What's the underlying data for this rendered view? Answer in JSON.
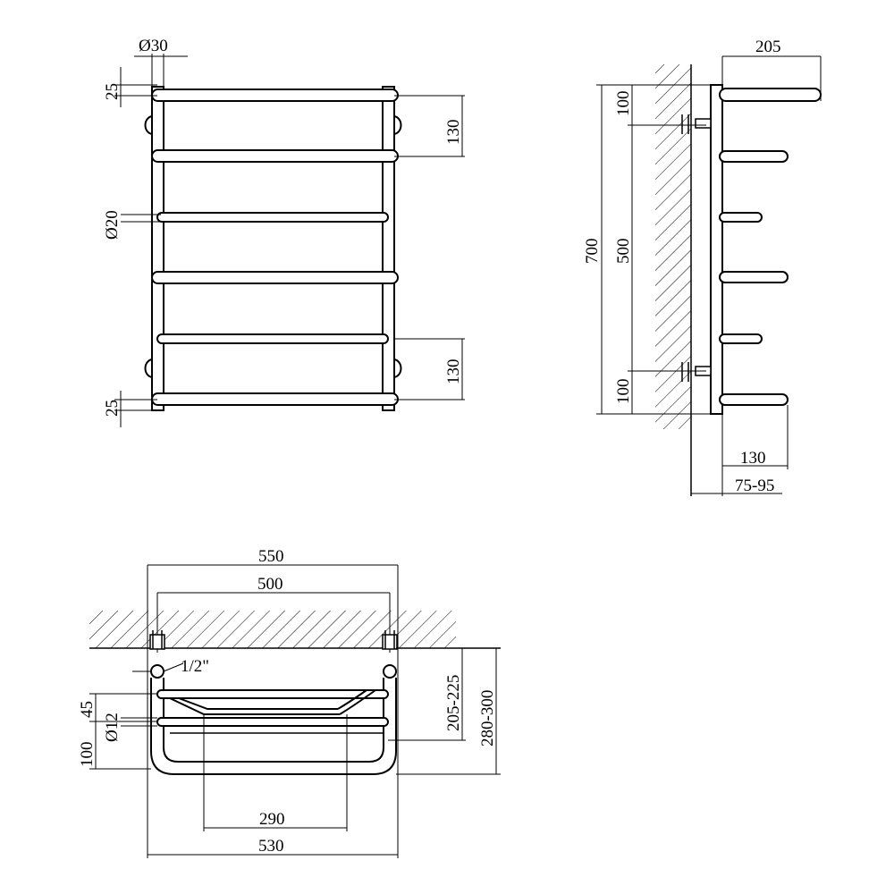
{
  "front_view": {
    "outer_diameter": "Ø30",
    "bar_diameter": "Ø20",
    "top_offset": "25",
    "bottom_offset": "25",
    "top_spacing": "130",
    "bottom_spacing": "130"
  },
  "side_view": {
    "total_height": "700",
    "center_distance": "500",
    "top_offset": "100",
    "bottom_offset": "100",
    "top_depth": "205",
    "bottom_depth": "130",
    "wall_distance": "75-95"
  },
  "top_view": {
    "total_width": "550",
    "center_distance": "500",
    "thread": "1/2\"",
    "shelf_spacing": "45",
    "shelf_offset": "100",
    "shelf_bar_diameter": "Ø12",
    "depth_inner": "205-225",
    "depth_outer": "280-300",
    "shelf_inner_width": "290",
    "shelf_width": "530"
  }
}
